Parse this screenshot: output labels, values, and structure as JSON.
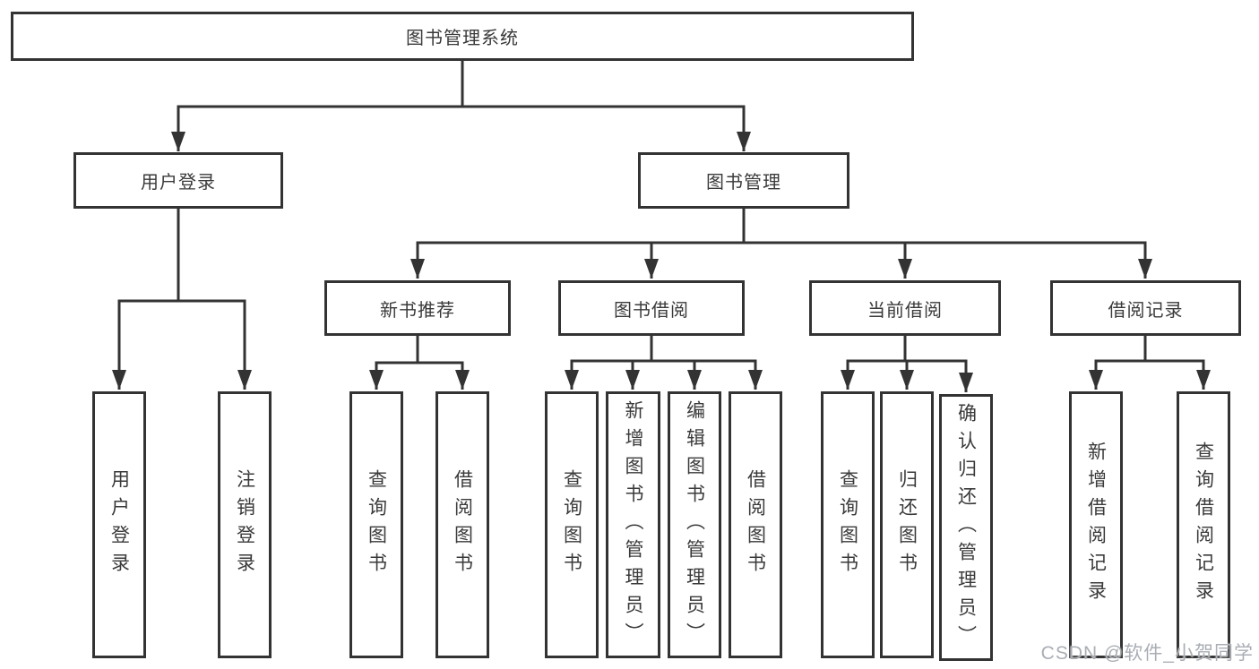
{
  "tree": {
    "label": "图书管理系统",
    "children": [
      {
        "label": "用户登录",
        "children": [
          {
            "label": "用户登录"
          },
          {
            "label": "注销登录"
          }
        ]
      },
      {
        "label": "图书管理",
        "children": [
          {
            "label": "新书推荐",
            "children": [
              {
                "label": "查询图书"
              },
              {
                "label": "借阅图书"
              }
            ]
          },
          {
            "label": "图书借阅",
            "children": [
              {
                "label": "查询图书"
              },
              {
                "label": "新增图书（管理员）"
              },
              {
                "label": "编辑图书（管理员）"
              },
              {
                "label": "借阅图书"
              }
            ]
          },
          {
            "label": "当前借阅",
            "children": [
              {
                "label": "查询图书"
              },
              {
                "label": "归还图书"
              },
              {
                "label": "确认归还（管理员）"
              }
            ]
          },
          {
            "label": "借阅记录",
            "children": [
              {
                "label": "新增借阅记录"
              },
              {
                "label": "查询借阅记录"
              }
            ]
          }
        ]
      }
    ]
  },
  "watermark": {
    "text": "CSDN @软件_小贺同学"
  },
  "colors": {
    "line": "#333333",
    "text": "#3a3a3a",
    "background": "#ffffff",
    "watermark": "#aaaeb4"
  }
}
